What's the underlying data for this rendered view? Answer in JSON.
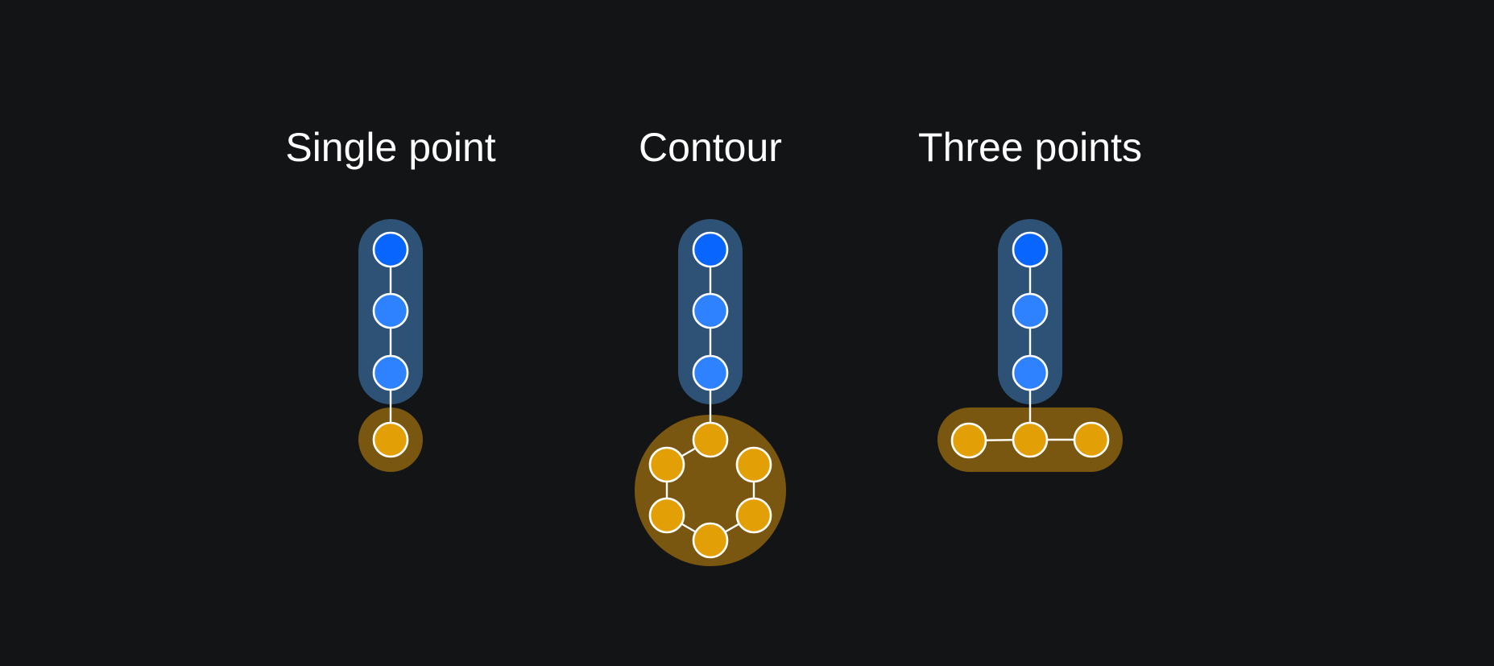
{
  "titles": {
    "single_point": "Single point",
    "contour": "Contour",
    "three_points": "Three points"
  },
  "colors": {
    "background": "#131415",
    "group_blue": "#2e5276",
    "group_gold": "#7a5710",
    "node_blue_top": "#0866ff",
    "node_blue": "#2f82ff",
    "node_gold": "#e39f06",
    "line": "#ffffff"
  }
}
